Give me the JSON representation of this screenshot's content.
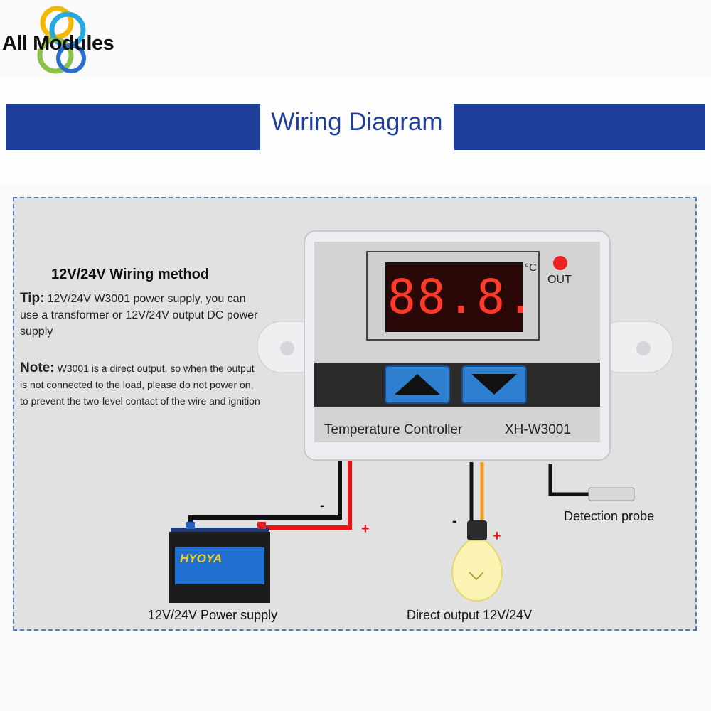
{
  "logo": {
    "text": "All Modules"
  },
  "title": "Wiring Diagram",
  "heading": "12V/24V Wiring method",
  "tip": {
    "label": "Tip:",
    "text": "12V/24V W3001 power supply, you can use a transformer or 12V/24V output DC power supply"
  },
  "note": {
    "label": "Note:",
    "text": "W3001 is a direct output, so when the output is not connected to the load, please do not power on, to prevent the two-level contact of the wire and ignition"
  },
  "controller": {
    "display_value": "88.8.",
    "unit": "°C",
    "out_label": "OUT",
    "name": "Temperature Controller",
    "model": "XH-W3001"
  },
  "battery": {
    "brand": "HYOYA"
  },
  "signs": {
    "minus": "-",
    "plus": "+"
  },
  "labels": {
    "power_supply": "12V/24V Power supply",
    "direct_output": "Direct output 12V/24V",
    "probe": "Detection probe"
  },
  "colors": {
    "band": "#1f3f9b",
    "panel_border": "#5577bb",
    "display": "#ff3a2a",
    "led": "#ee2222",
    "button": "#2f7fd0",
    "wire_red": "#ee1111",
    "wire_orange": "#f39a20"
  }
}
